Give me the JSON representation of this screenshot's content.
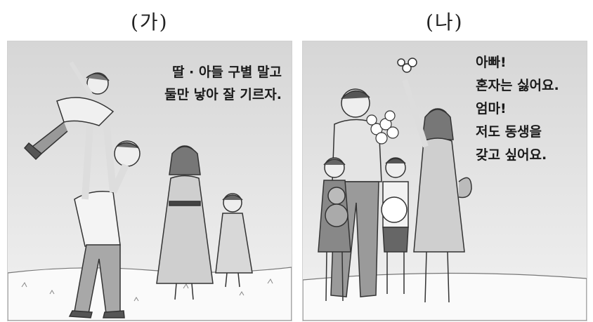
{
  "panels": [
    {
      "label": "(가)",
      "caption": [
        "딸 · 아들 구별 말고",
        "둘만 낳아 잘 기르자."
      ]
    },
    {
      "label": "(나)",
      "caption": [
        "아빠!",
        "혼자는 싫어요.",
        "엄마!",
        "저도 동생을",
        "갖고 싶어요."
      ]
    }
  ]
}
